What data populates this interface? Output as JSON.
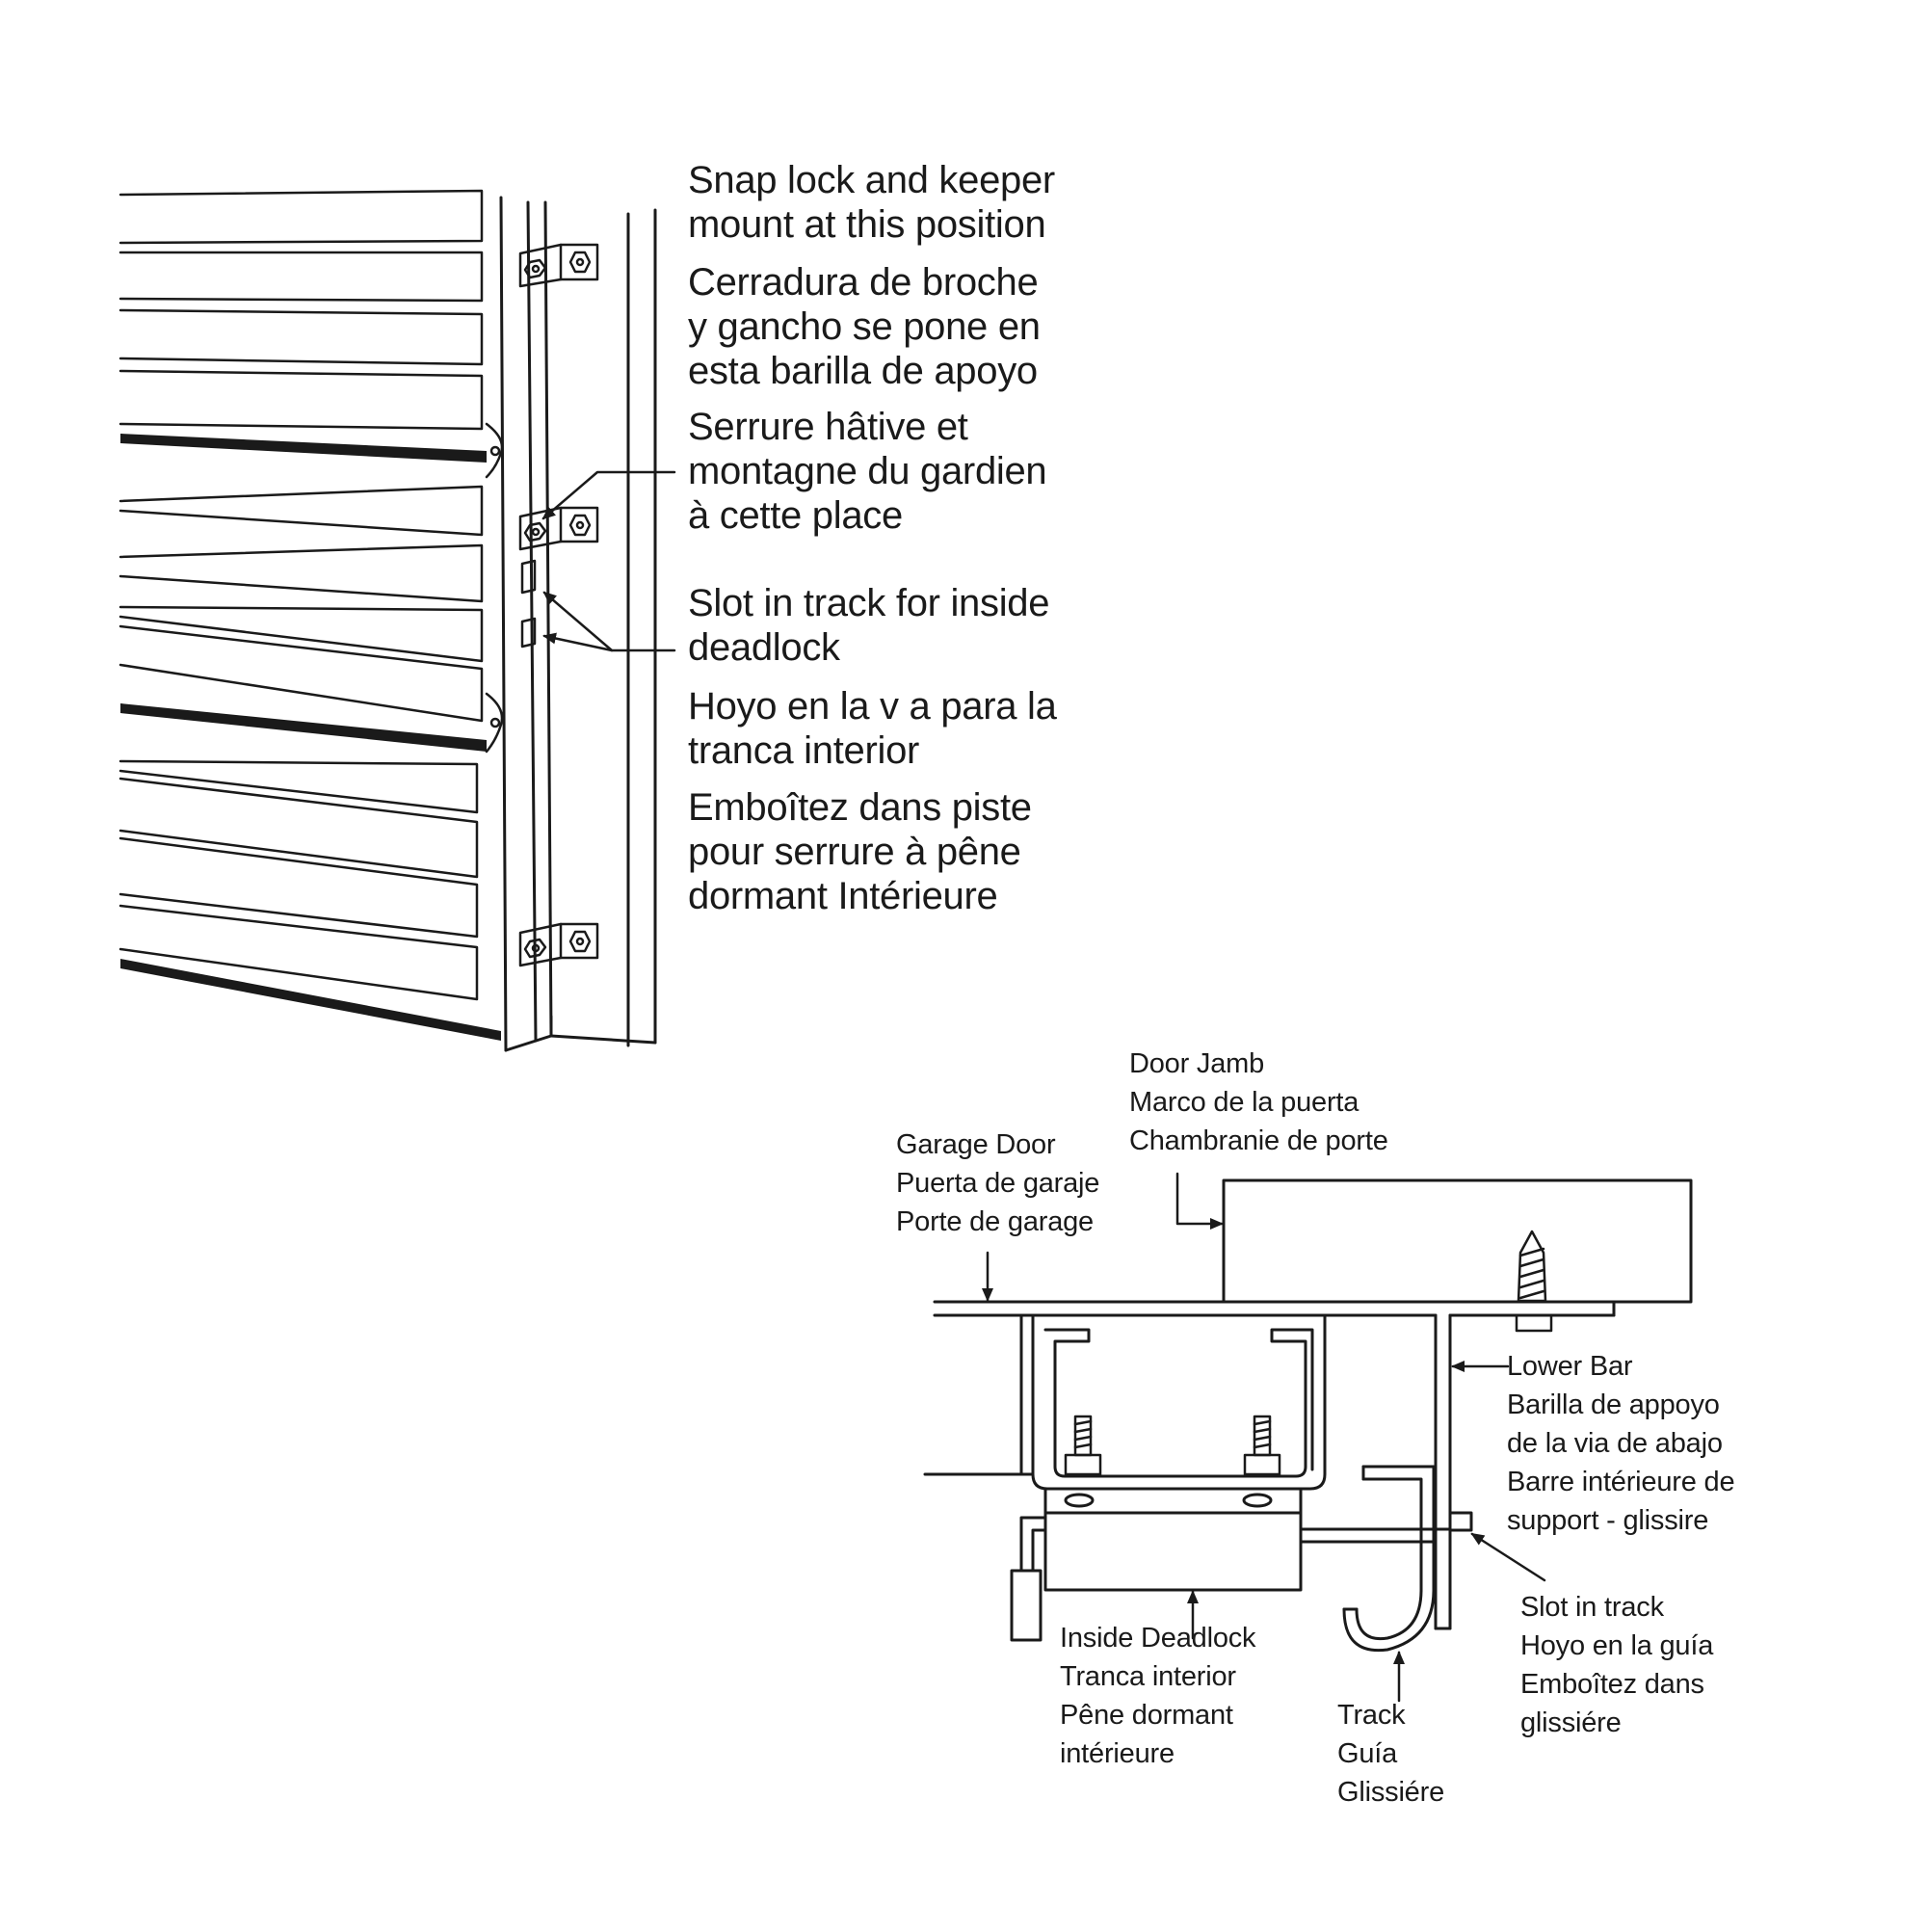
{
  "top_view": {
    "callout_lock": {
      "en": [
        "Snap lock and keeper",
        "mount at this position"
      ],
      "es": [
        "Cerradura de broche",
        "y gancho se pone en",
        "esta barilla de apoyo"
      ],
      "fr": [
        "Serrure hâtive et",
        "montagne du gardien",
        "à cette place"
      ]
    },
    "callout_slot": {
      "en": [
        "Slot in track for inside",
        "deadlock"
      ],
      "es": [
        "Hoyo en la v a para la",
        "tranca interior"
      ],
      "fr": [
        "Emboîtez dans piste",
        "pour serrure à pêne",
        "dormant Intérieure"
      ]
    }
  },
  "section_view": {
    "door_jamb": [
      "Door Jamb",
      "Marco de la puerta",
      "Chambranie de porte"
    ],
    "garage_door": [
      "Garage Door",
      "Puerta de garaje",
      "Porte de garage"
    ],
    "lower_bar": [
      "Lower Bar",
      "Barilla de appoyo",
      "de la via de abajo",
      "Barre intérieure de",
      "support - glissire"
    ],
    "slot_in_track": [
      "Slot in track",
      "Hoyo en la guía",
      "Emboîtez dans",
      "glissiére"
    ],
    "inside_deadlock": [
      "Inside Deadlock",
      "Tranca interior",
      "Pêne dormant",
      "intérieure"
    ],
    "track": [
      "Track",
      "Guía",
      "Glissiére"
    ]
  }
}
